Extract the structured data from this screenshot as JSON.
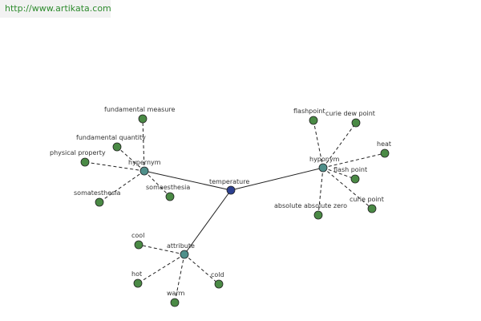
{
  "header": {
    "url": "http://www.artikata.com"
  },
  "colors": {
    "center_node": "#2b3f8f",
    "hub_node": "#4f8f8a",
    "leaf_node": "#4a8a45",
    "edge": "#222222"
  },
  "graph": {
    "center": {
      "label": "temperature"
    },
    "hubs": {
      "hypernym": {
        "label": "hypernym"
      },
      "hyponym": {
        "label": "hyponym"
      },
      "attribute": {
        "label": "attribute"
      }
    },
    "leaves": {
      "fundamental_measure": "fundamental measure",
      "fundamental_quantity": "fundamental quantity",
      "physical_property": "physical property",
      "somatesthesia": "somatesthesia",
      "somaesthesia": "somaesthesia",
      "flashpoint": "flashpoint",
      "curie_dew_point": "curie dew point",
      "heat": "heat",
      "flash_point": "flash point",
      "curie_point": "curie point",
      "absolute_zero": "absolute absolute zero",
      "cool": "cool",
      "hot": "hot",
      "cold": "cold",
      "warm": "warm"
    }
  }
}
